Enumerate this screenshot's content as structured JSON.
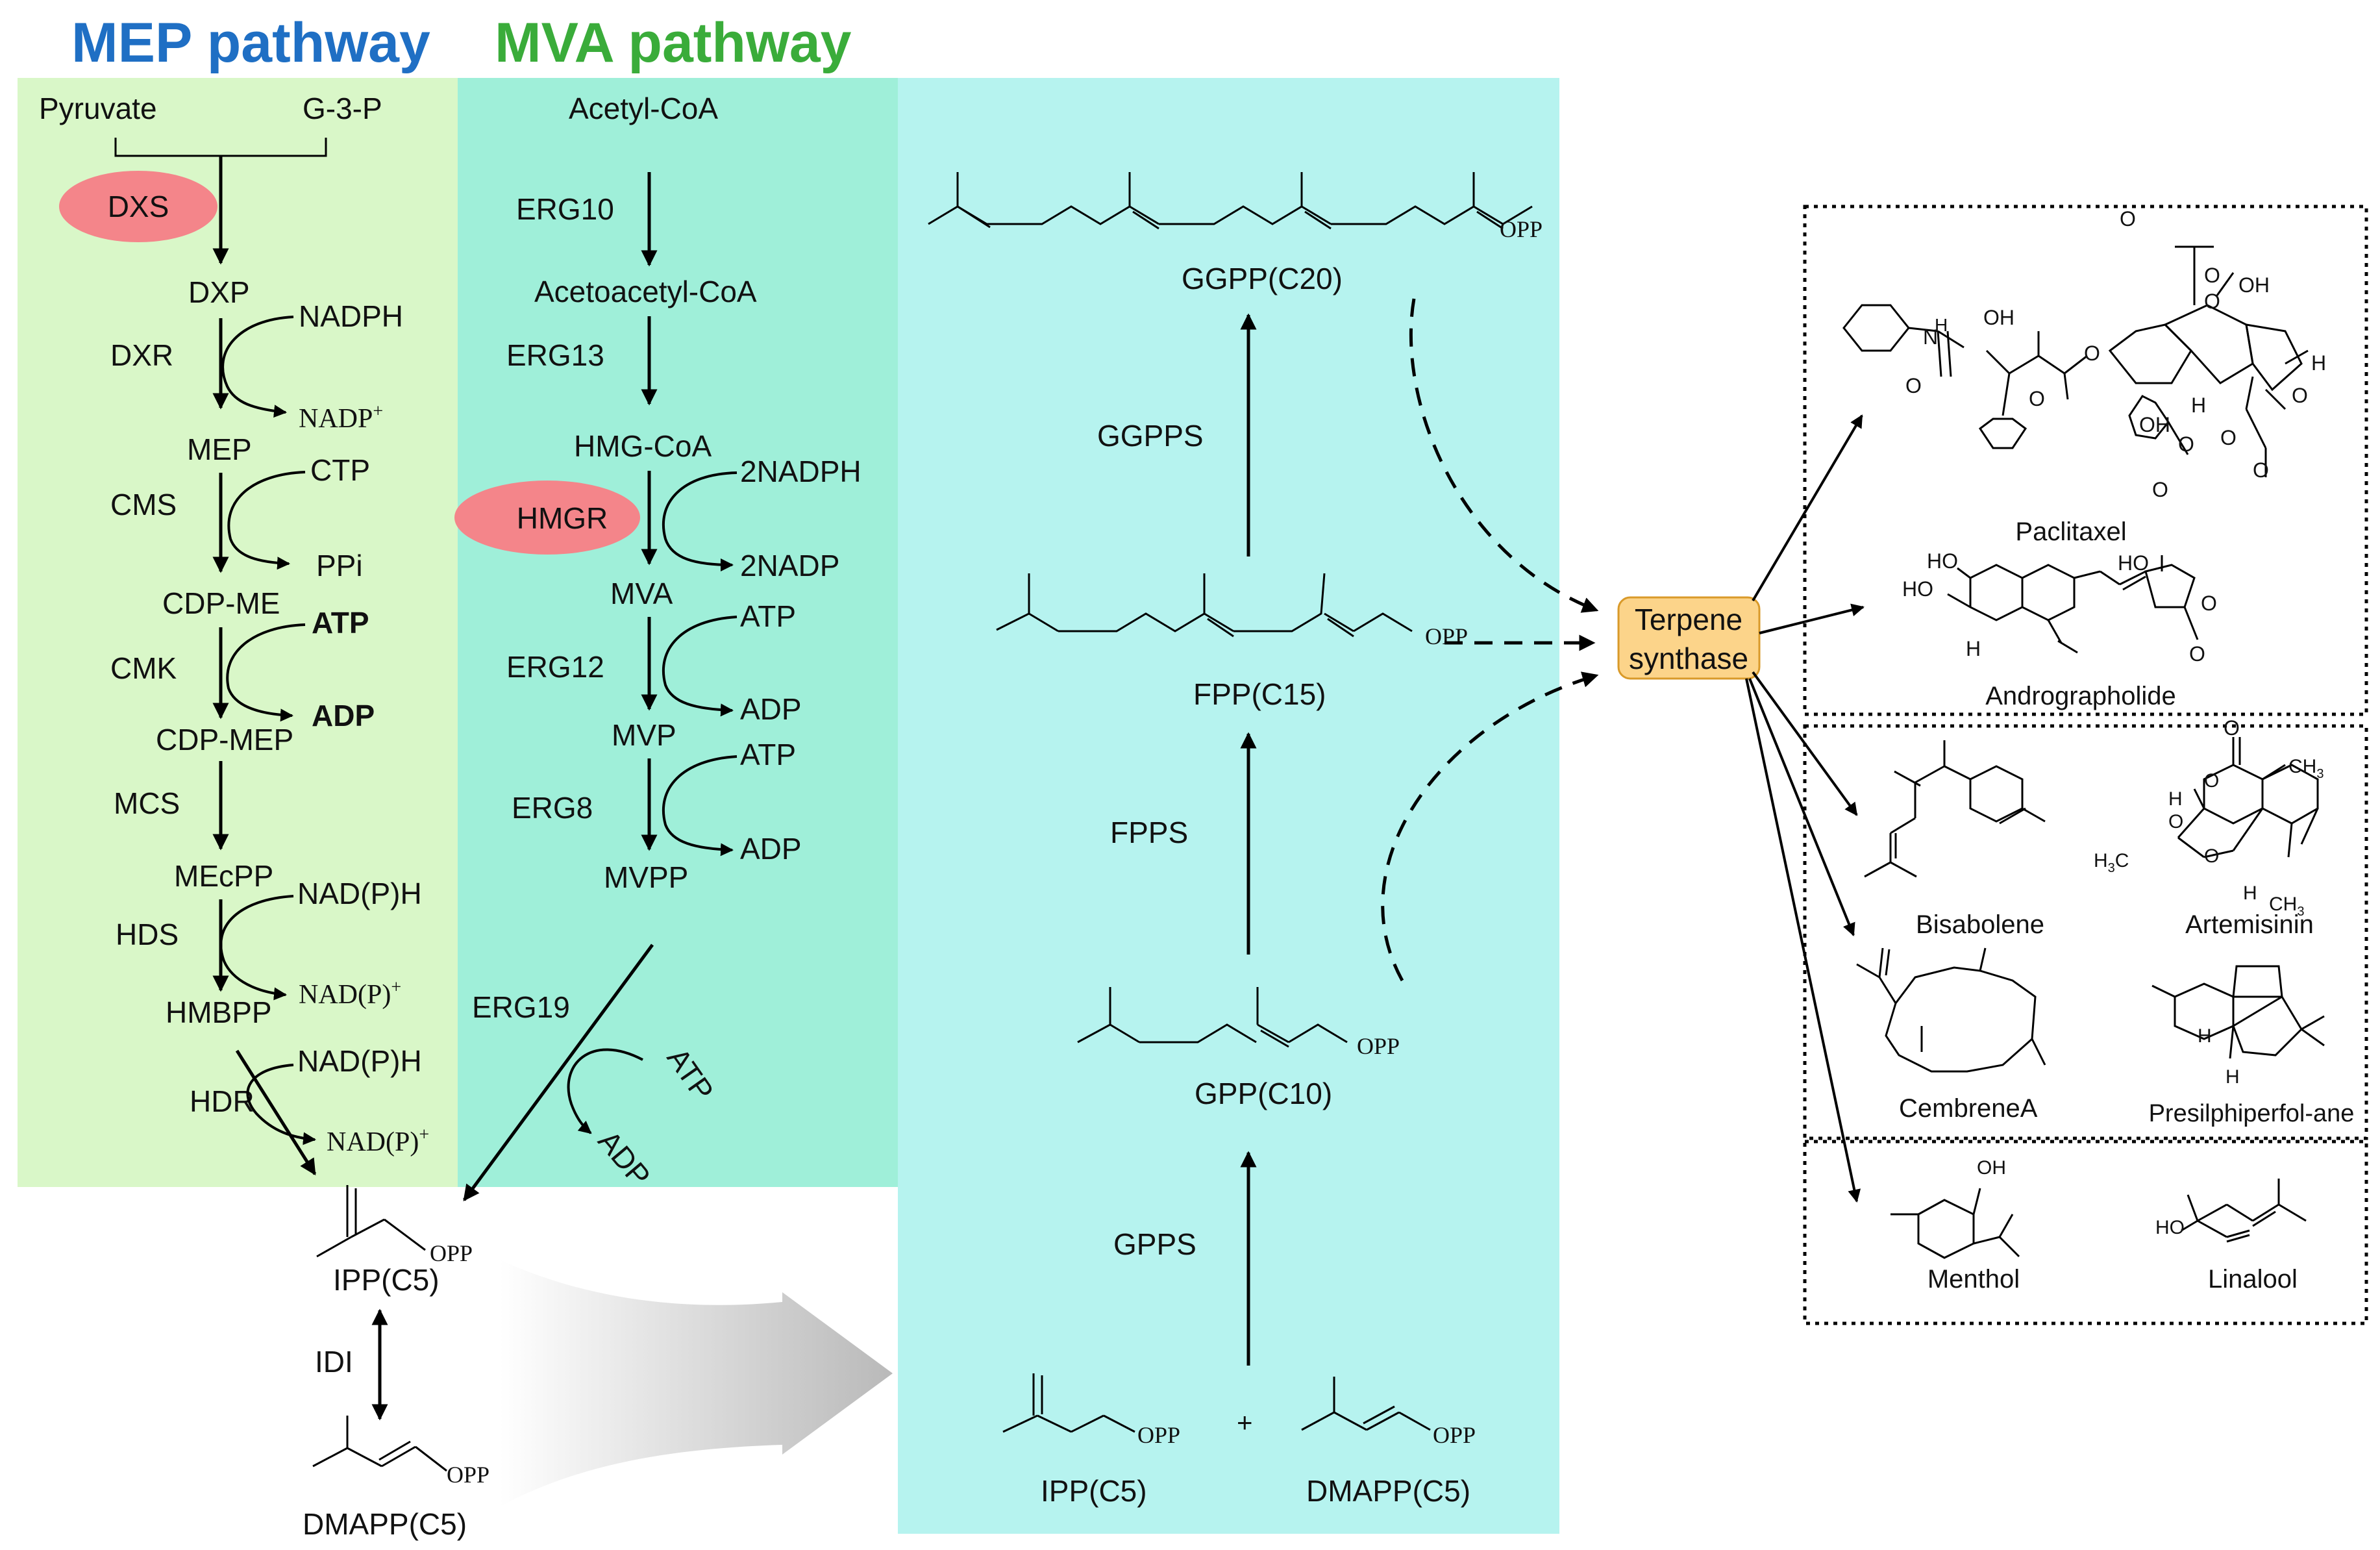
{
  "titles": {
    "mep": "MEP pathway",
    "mva": "MVA pathway"
  },
  "colors": {
    "mep_title": "#1f6fc4",
    "mva_title": "#3aac3a",
    "mep_bg": "#d9f7c8",
    "mva_bg": "#9fefd9",
    "central_bg": "#b6f3ef",
    "enzyme_oval": "#f4858a",
    "synthase_box": "#fcd48a",
    "synthase_border": "#d99a2a"
  },
  "mep": {
    "pyruvate": "Pyruvate",
    "g3p": "G-3-P",
    "dxs": "DXS",
    "dxp": "DXP",
    "dxr": "DXR",
    "nadph": "NADPH",
    "nadp_plus": "NADP",
    "plus_sign": "+",
    "mep": "MEP",
    "cms": "CMS",
    "ctp": "CTP",
    "ppi": "PPi",
    "cdp_me": "CDP-ME",
    "cmk": "CMK",
    "atp": "ATP",
    "adp": "ADP",
    "cdp_mep": "CDP-MEP",
    "mcs": "MCS",
    "mecpp": "MEcPP",
    "hds": "HDS",
    "nadph2": "NAD(P)H",
    "nadp2": "NAD(P)",
    "hmbpp": "HMBPP",
    "hdr": "HDR",
    "nadph3": "NAD(P)H",
    "nadp3": "NAD(P)"
  },
  "mva": {
    "acetyl_coa": "Acetyl-CoA",
    "erg10": "ERG10",
    "acetoacetyl_coa": "Acetoacetyl-CoA",
    "erg13": "ERG13",
    "hmg_coa": "HMG-CoA",
    "hmgr": "HMGR",
    "nadph": "2NADPH",
    "nadp": "2NADP",
    "mva": "MVA",
    "erg12": "ERG12",
    "atp1": "ATP",
    "adp1": "ADP",
    "mvp": "MVP",
    "erg8": "ERG8",
    "atp2": "ATP",
    "adp2": "ADP",
    "mvpp": "MVPP",
    "erg19": "ERG19",
    "atp3": "ATP",
    "adp3": "ADP"
  },
  "bottom": {
    "ipp": "IPP(C5)",
    "idi": "IDI",
    "dmapp": "DMAPP(C5)",
    "opp": "OPP"
  },
  "central": {
    "ggpp": "GGPP(C20)",
    "ggpps": "GGPPS",
    "fpp": "FPP(C15)",
    "fpps": "FPPS",
    "gpp": "GPP(C10)",
    "gpps": "GPPS",
    "ipp": "IPP(C5)",
    "dmapp": "DMAPP(C5)",
    "plus": "+",
    "opp": "OPP"
  },
  "synthase": {
    "line1": "Terpene",
    "line2": "synthase"
  },
  "products": {
    "paclitaxel": "Paclitaxel",
    "andrographolide": "Andrographolide",
    "bisabolene": "Bisabolene",
    "artemisinin": "Artemisinin",
    "cembrene": "Cembrene",
    "cembrene_suffix": "A",
    "presilphiperfolane": "Presilphiperfol-ane",
    "menthol": "Menthol",
    "linalool": "Linalool"
  },
  "atoms": {
    "oh": "OH",
    "o": "O",
    "h": "H",
    "n": "N",
    "ho": "HO",
    "ch3": "CH",
    "h3c": "H",
    "sub3": "3",
    "c": "C"
  }
}
